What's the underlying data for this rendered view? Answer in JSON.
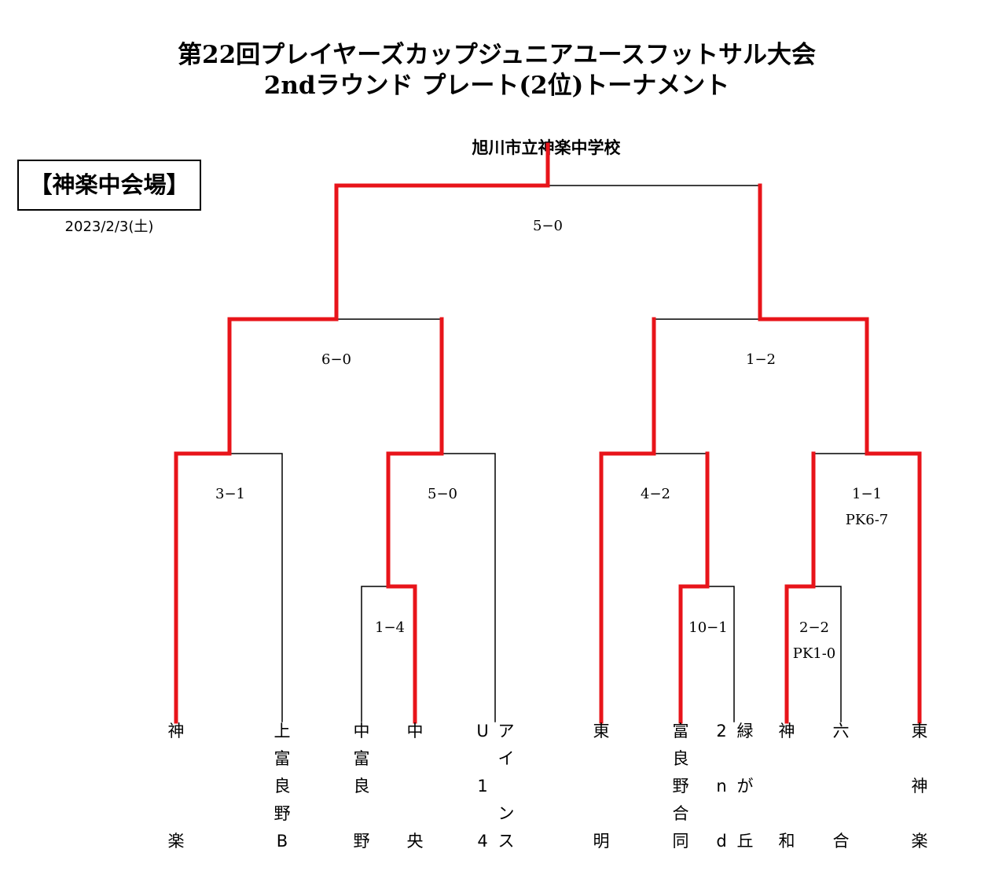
{
  "header": {
    "title": "第22回プレイヤーズカップジュニアユースフットサル大会",
    "subtitle": "2ndラウンド プレート(2位)トーナメント"
  },
  "venue": {
    "label": "【神楽中会場】",
    "date": "2023/2/3(土)",
    "school": "旭川市立神楽中学校"
  },
  "colors": {
    "winner_line": "#e8141a",
    "loser_line": "#000000"
  },
  "matches": {
    "final": {
      "score": "5−0"
    },
    "semi_left": {
      "score": "6−0"
    },
    "semi_right": {
      "score": "1−2"
    },
    "qf1": {
      "score": "3−1"
    },
    "qf2": {
      "score": "5−0"
    },
    "qf3": {
      "score": "4−2"
    },
    "qf4": {
      "score": "1−1",
      "pk": "PK6-7"
    },
    "r1a": {
      "score": "1−4"
    },
    "r1b": {
      "score": "10−1"
    },
    "r1c": {
      "score": "2−2",
      "pk": "PK1-0"
    }
  },
  "teams": [
    {
      "id": "kagura",
      "chars": [
        "神",
        "",
        "",
        "",
        "楽"
      ]
    },
    {
      "id": "kamifurano-b",
      "chars": [
        "上",
        "富",
        "良",
        "野",
        "B"
      ]
    },
    {
      "id": "naka-furano",
      "chars": [
        "中",
        "富",
        "良",
        "",
        "野"
      ]
    },
    {
      "id": "chuo",
      "chars": [
        "中",
        "",
        "",
        "",
        "央"
      ]
    },
    {
      "id": "u14",
      "chars": [
        "U",
        "",
        "1",
        "",
        "4"
      ]
    },
    {
      "id": "ains",
      "chars": [
        "ア",
        "イ",
        "",
        "ン",
        "ス"
      ]
    },
    {
      "id": "higashimei",
      "chars": [
        "東",
        "",
        "",
        "",
        "明"
      ]
    },
    {
      "id": "furano-godo",
      "chars": [
        "富",
        "良",
        "野",
        "合",
        "同"
      ]
    },
    {
      "id": "second",
      "chars": [
        "2",
        "",
        "n",
        "",
        "d"
      ]
    },
    {
      "id": "midorigaoka",
      "chars": [
        "緑",
        "",
        "が",
        "",
        "丘"
      ]
    },
    {
      "id": "kamiwa",
      "chars": [
        "神",
        "",
        "",
        "",
        "和"
      ]
    },
    {
      "id": "rokugo",
      "chars": [
        "六",
        "",
        "",
        "",
        "合"
      ]
    },
    {
      "id": "higashikagura",
      "chars": [
        "東",
        "",
        "神",
        "",
        "楽"
      ]
    }
  ]
}
